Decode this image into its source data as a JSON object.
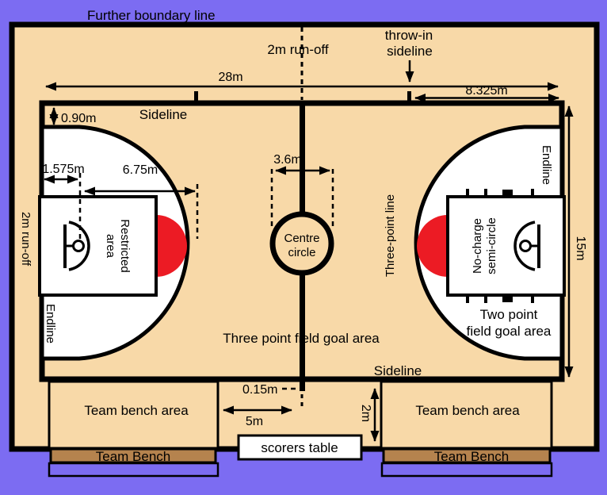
{
  "colors": {
    "background": "#7c6cf2",
    "court": "#f8d9a8",
    "white": "#ffffff",
    "red": "#ec1b24",
    "bench_brown": "#b5834e",
    "line": "#000000"
  },
  "title": "Further boundary line",
  "labels": {
    "run_off_top": "2m run-off",
    "run_off_left": "2m run-off",
    "throw_in_line1": "throw-in",
    "throw_in_line2": "sideline",
    "sideline_top": "Sideline",
    "sideline_bottom": "Sideline",
    "endline_left": "Endline",
    "endline_right": "Endline",
    "restricted_line1": "Restricted",
    "restricted_line2": "area",
    "centre_line1": "Centre",
    "centre_line2": "circle",
    "three_point_line": "Three-point line",
    "no_charge_line1": "No-charge",
    "no_charge_line2": "semi-circle",
    "two_point_line1": "Two point",
    "two_point_line2": "field goal area",
    "three_point_area": "Three point field goal area",
    "team_bench_area_left": "Team bench area",
    "team_bench_area_right": "Team bench area",
    "team_bench_left": "Team Bench",
    "team_bench_right": "Team Bench",
    "scorers_table": "scorers table"
  },
  "dimensions": {
    "court_length": "28m",
    "throw_in_distance": "8.325m",
    "arc_to_sideline": "0.90m",
    "backboard_to_endline": "1.575m",
    "three_point_radius": "6.75m",
    "centre_circle_diameter": "3.6m",
    "court_width": "15m",
    "line_width": "0.15m",
    "bench_gap": "5m",
    "bench_depth": "2m"
  }
}
